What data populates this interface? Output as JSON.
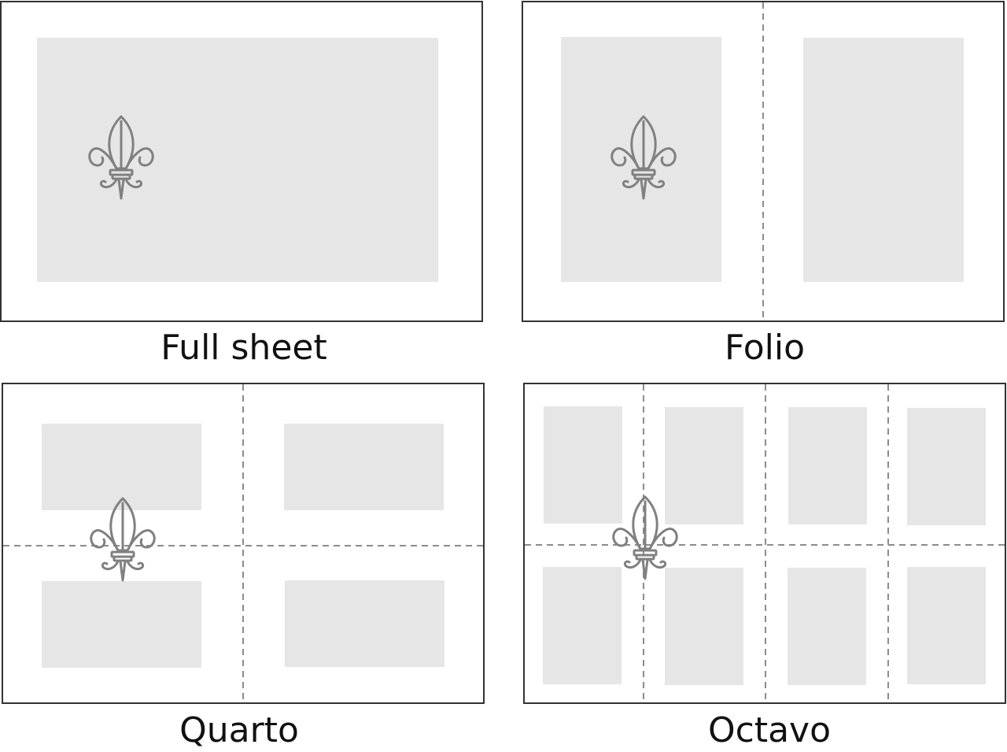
{
  "panels": [
    {
      "id": "full-sheet",
      "caption": "Full sheet",
      "leaves": 1
    },
    {
      "id": "folio",
      "caption": "Folio",
      "leaves": 2
    },
    {
      "id": "quarto",
      "caption": "Quarto",
      "leaves": 4
    },
    {
      "id": "octavo",
      "caption": "Octavo",
      "leaves": 8
    }
  ],
  "colors": {
    "sheet_border": "#333333",
    "page_fill": "#e6e6e6",
    "fold_line": "#8c8c8c",
    "watermark": "#808080",
    "caption_text": "#111111"
  },
  "icons": {
    "watermark": "fleur-de-lis-icon"
  }
}
